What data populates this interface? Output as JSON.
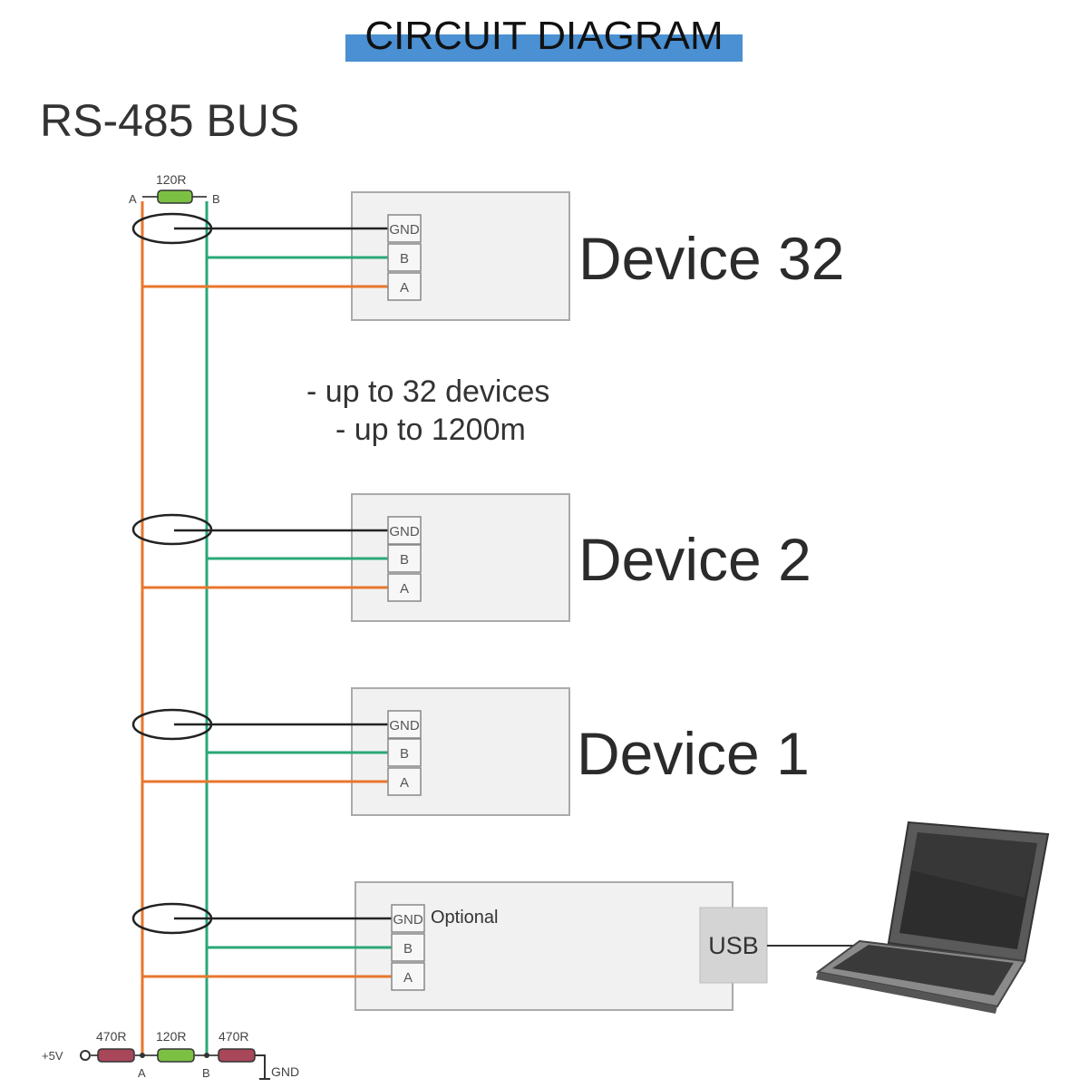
{
  "header": {
    "title": "CIRCUIT DIAGRAM",
    "bar_color": "#4a90d2"
  },
  "bus": {
    "title": "RS-485 BUS",
    "line_a_label": "A",
    "line_b_label": "B",
    "colors": {
      "a_line": "#e8762c",
      "b_line": "#2aa876",
      "gnd_line": "#222222",
      "resistor_green": "#7bc043",
      "resistor_red": "#a8465a"
    },
    "top_terminator": {
      "value": "120R",
      "label_a": "A",
      "label_b": "B"
    },
    "bottom_bias": {
      "supply_label": "+5V",
      "pullup": "470R",
      "terminator": "120R",
      "pulldown": "470R",
      "gnd_label": "GND",
      "label_a": "A",
      "label_b": "B"
    }
  },
  "notes": [
    "- up to 32 devices",
    "- up to 1200m"
  ],
  "terminals": [
    "GND",
    "B",
    "A"
  ],
  "devices": [
    {
      "label": "Device 32"
    },
    {
      "label": "Device 2"
    },
    {
      "label": "Device 1"
    }
  ],
  "adapter": {
    "optional_label": "Optional",
    "port_label": "USB"
  }
}
